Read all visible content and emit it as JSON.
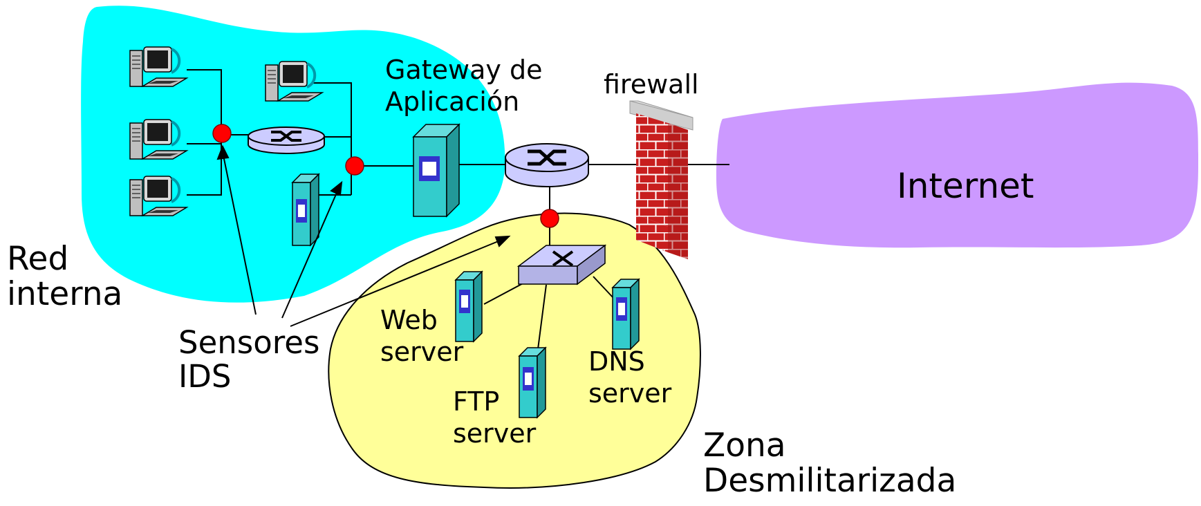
{
  "regions": {
    "internal_network": {
      "line1": "Red",
      "line2": "interna"
    },
    "internet": {
      "label": "Internet"
    },
    "dmz": {
      "line1": "Zona",
      "line2": "Desmilitarizada"
    }
  },
  "devices": {
    "application_gateway": {
      "line1": "Gateway de",
      "line2": "Aplicación"
    },
    "firewall": {
      "label": "firewall"
    },
    "web_server": {
      "line1": "Web",
      "line2": "server"
    },
    "ftp_server": {
      "line1": "FTP",
      "line2": "server"
    },
    "dns_server": {
      "line1": "DNS",
      "line2": "server"
    }
  },
  "ids_sensors": {
    "line1": "Sensores",
    "line2": "IDS"
  },
  "colors": {
    "internal_network": "#00ffff",
    "internet": "#cc99ff",
    "dmz": "#ffff99",
    "sensor": "#ff0000",
    "server": "#33cccc",
    "router": "#ccccff",
    "firewall_brick": "#cc2222"
  },
  "icons": [
    "workstation-icon",
    "router-icon",
    "switch-icon",
    "server-icon",
    "firewall-icon",
    "sensor-icon"
  ]
}
